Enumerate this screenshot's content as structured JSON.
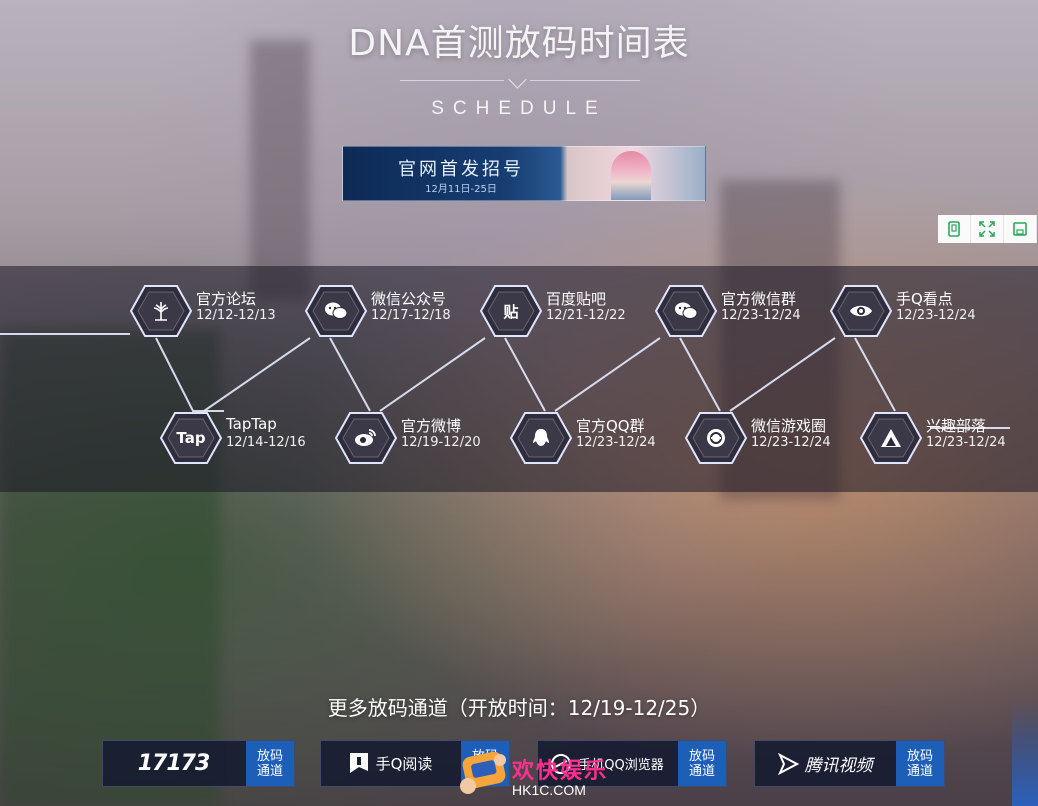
{
  "header": {
    "title": "DNA首测放码时间表",
    "subtitle": "SCHEDULE"
  },
  "banner": {
    "title": "官网首发招号",
    "date": "12月11日-25日"
  },
  "tools": [
    {
      "icon": "phone-icon"
    },
    {
      "icon": "fullscreen-icon"
    },
    {
      "icon": "save-icon"
    }
  ],
  "timeline": [
    {
      "name": "官方论坛",
      "date": "12/12-12/13",
      "icon": "forum-tree-icon"
    },
    {
      "name": "TapTap",
      "date": "12/14-12/16",
      "icon": "taptap-icon",
      "icon_text": "Tap"
    },
    {
      "name": "微信公众号",
      "date": "12/17-12/18",
      "icon": "wechat-icon"
    },
    {
      "name": "官方微博",
      "date": "12/19-12/20",
      "icon": "weibo-icon"
    },
    {
      "name": "百度贴吧",
      "date": "12/21-12/22",
      "icon": "tieba-icon",
      "icon_text": "贴"
    },
    {
      "name": "官方QQ群",
      "date": "12/23-12/24",
      "icon": "qq-icon"
    },
    {
      "name": "官方微信群",
      "date": "12/23-12/24",
      "icon": "wechat-icon"
    },
    {
      "name": "微信游戏圈",
      "date": "12/23-12/24",
      "icon": "wechat-game-icon"
    },
    {
      "name": "手Q看点",
      "date": "12/23-12/24",
      "icon": "eye-icon"
    },
    {
      "name": "兴趣部落",
      "date": "12/23-12/24",
      "icon": "tribe-icon"
    }
  ],
  "more": {
    "label": "更多放码通道（开放时间：12/19-12/25）"
  },
  "channels": [
    {
      "name": "17173",
      "cta_line1": "放码",
      "cta_line2": "通道"
    },
    {
      "name": "手Q阅读",
      "cta_line1": "放码",
      "cta_line2": "通道"
    },
    {
      "name": "手机QQ浏览器",
      "cta_line1": "放码",
      "cta_line2": "通道"
    },
    {
      "name": "腾讯视频",
      "cta_line1": "放码",
      "cta_line2": "通道"
    }
  ],
  "watermark": {
    "text": "欢快娱乐",
    "url": "HK1C.COM"
  }
}
